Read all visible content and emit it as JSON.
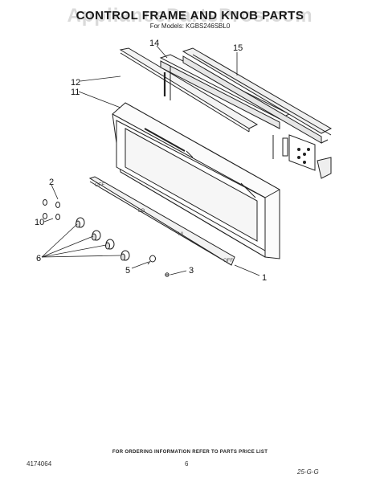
{
  "header": {
    "title": "CONTROL FRAME AND KNOB PARTS",
    "subtitle": "For Models: KGBS246SBL0",
    "watermark": "AppliancePartsPros.com"
  },
  "callouts": {
    "c1": "1",
    "c2": "2",
    "c3": "3",
    "c5": "5",
    "c6": "6",
    "c10": "10",
    "c11": "11",
    "c12": "12",
    "c14": "14",
    "c15": "15"
  },
  "footer": {
    "ordering_note": "FOR ORDERING INFORMATION REFER TO PARTS PRICE LIST",
    "doc_number": "4174064",
    "page_number": "6",
    "date_mark": "25-G-G"
  }
}
